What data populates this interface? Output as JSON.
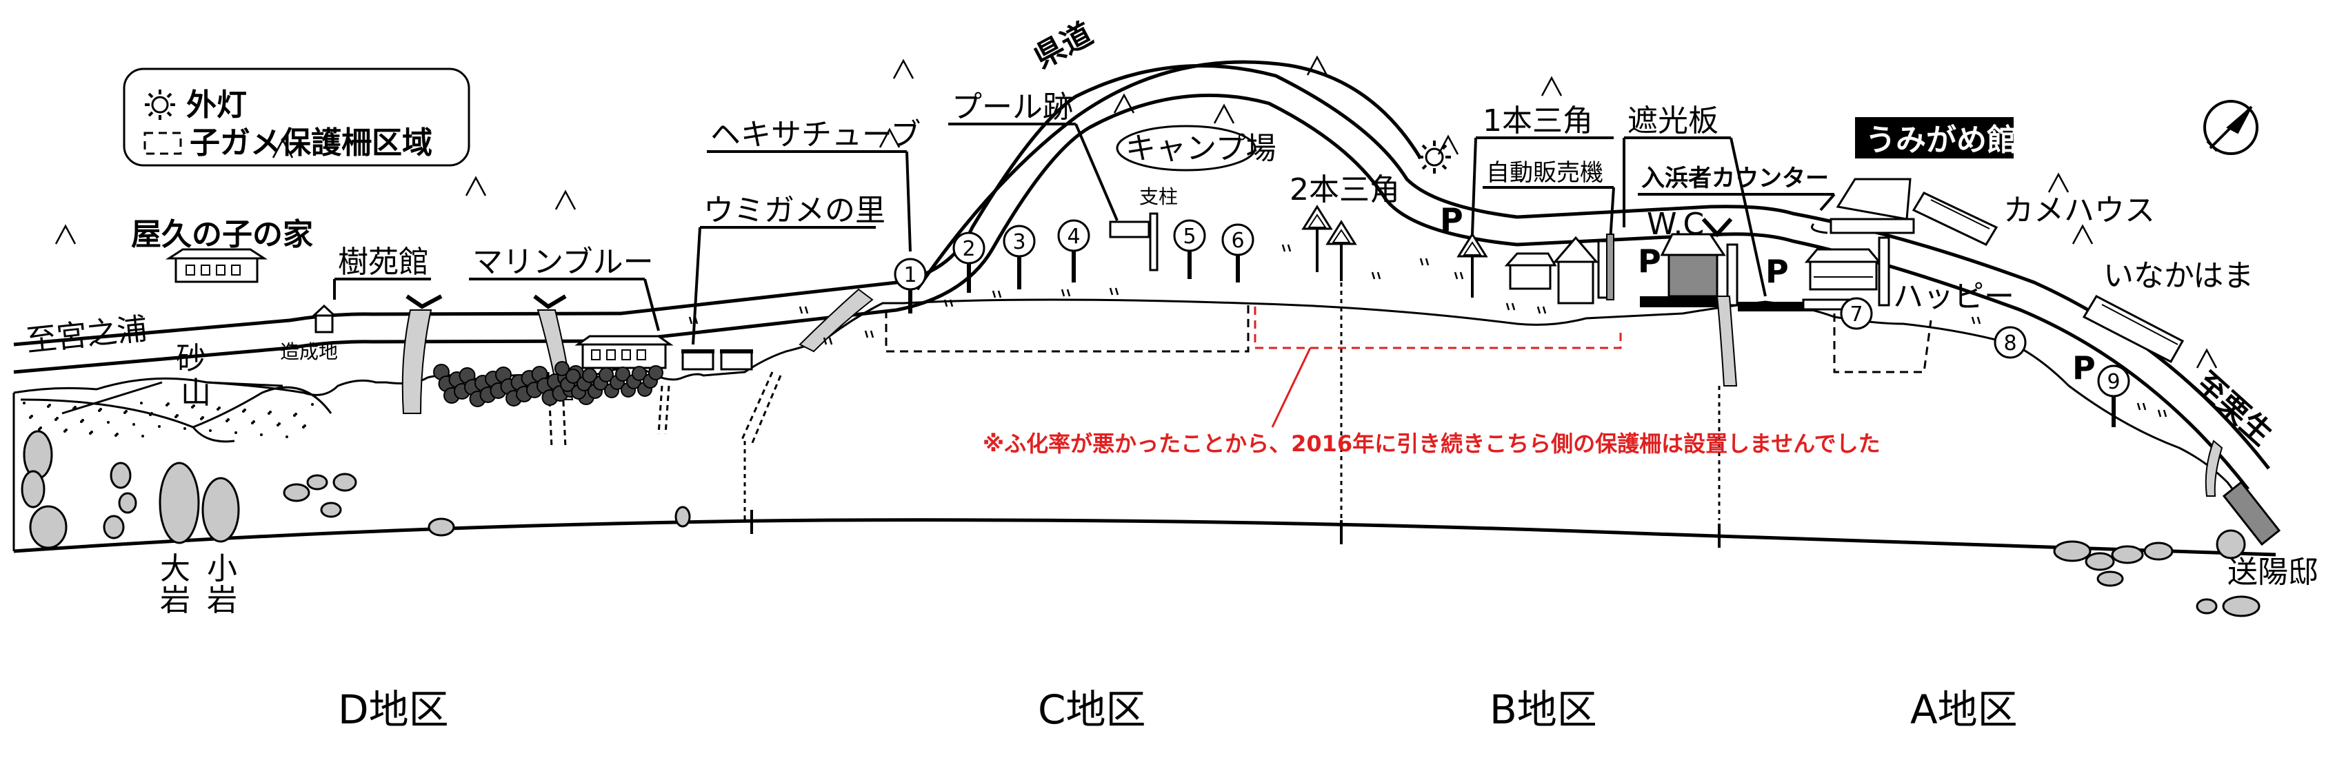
{
  "legend": {
    "light_label": "外灯",
    "zone_label": "子ガメ保護柵区域"
  },
  "places": {
    "shimiyanoura": "至宮之浦",
    "yakunoko": "屋久の子の家",
    "juenkan": "樹苑館",
    "zoseichi": "造成地",
    "marine_blue": "マリンブルー",
    "sand": "砂",
    "mountain": "山",
    "big_rock_1": "大",
    "big_rock_2": "岩",
    "small_rock_1": "小",
    "small_rock_2": "岩",
    "umigame_sato": "ウミガメの里",
    "hekisa_tube": "ヘキサチューブ",
    "pool_ruins": "プール跡",
    "camp": "キャンプ場",
    "kendo": "県道",
    "pillar": "支柱",
    "two_triangle": "2本三角",
    "one_triangle": "1本三角",
    "vending": "自動販売機",
    "shading_board": "遮光板",
    "entry_counter": "入浜者カウンター",
    "wc": "W.C",
    "umigamekan": "うみがめ館",
    "kame_house": "カメハウス",
    "happy": "ハッピー",
    "inakahama": "いなかはま",
    "to_kurio": "至栗生",
    "okuri_yo": "送陽邸"
  },
  "parking": "P",
  "markers": [
    "1",
    "2",
    "3",
    "4",
    "5",
    "6",
    "7",
    "8",
    "9"
  ],
  "notice": "※ふ化率が悪かったことから、2016年に引き続きこちら側の保護柵は設置しませんでした",
  "districts": {
    "d": "D地区",
    "c": "C地区",
    "b": "B地区",
    "a": "A地区"
  },
  "colors": {
    "notice_red": "#e02020",
    "ink": "#000000",
    "rock_gray": "#c8c8c8",
    "label_box": "#000000"
  }
}
